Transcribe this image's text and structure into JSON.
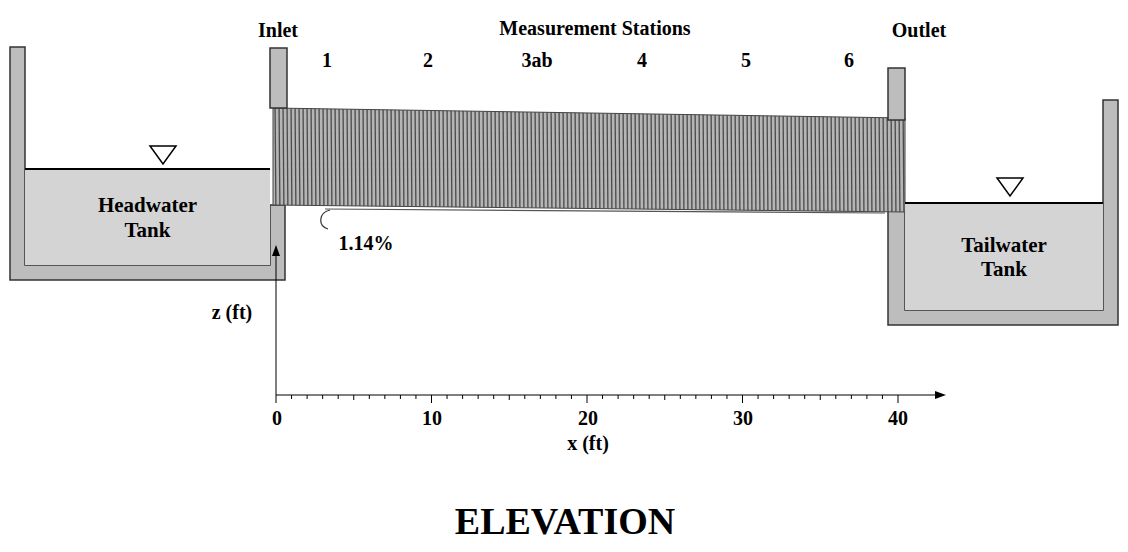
{
  "diagram": {
    "caption": "ELEVATION",
    "nodes": [
      {
        "text": [
          "Headwater Tank"
        ]
      },
      {
        "text": [
          "Tailwater Tank"
        ]
      }
    ],
    "labels": [
      "Inlet",
      "Measurement Stations",
      "Outlet",
      "1",
      "2",
      "3ab",
      "4",
      "5",
      "6",
      "1.14%",
      "z (ft)",
      "0",
      "10",
      "20",
      "30",
      "40",
      "x (ft)"
    ]
  }
}
